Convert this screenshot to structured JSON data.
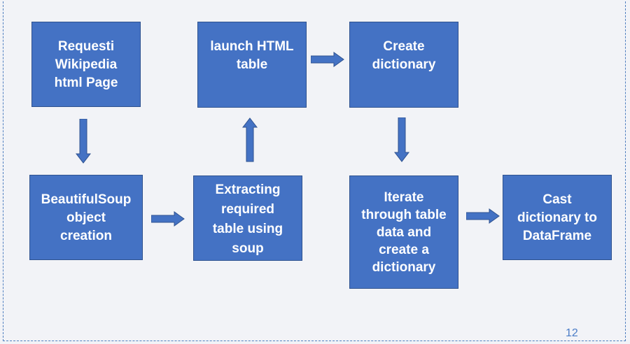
{
  "diagram": {
    "nodes": [
      {
        "id": "request",
        "label": "Requesti\nWikipedia\nhtml Page"
      },
      {
        "id": "launch",
        "label": "launch HTML\ntable"
      },
      {
        "id": "create-dict",
        "label": "Create\ndictionary"
      },
      {
        "id": "beautifulsoup",
        "label": "BeautifulSoup\nobject\ncreation"
      },
      {
        "id": "extracting",
        "label": "Extracting\nrequired\ntable using\nsoup"
      },
      {
        "id": "iterate",
        "label": "Iterate\nthrough table\ndata and\ncreate a\ndictionary"
      },
      {
        "id": "cast",
        "label": "Cast\ndictionary to\nDataFrame"
      }
    ],
    "edges": [
      {
        "from": "request",
        "to": "beautifulsoup"
      },
      {
        "from": "beautifulsoup",
        "to": "extracting"
      },
      {
        "from": "extracting",
        "to": "launch"
      },
      {
        "from": "launch",
        "to": "create-dict"
      },
      {
        "from": "create-dict",
        "to": "iterate"
      },
      {
        "from": "iterate",
        "to": "cast"
      }
    ],
    "colors": {
      "box_fill": "#4472c4",
      "box_border": "#2f528f",
      "text": "#ffffff"
    }
  },
  "page_number": "12"
}
